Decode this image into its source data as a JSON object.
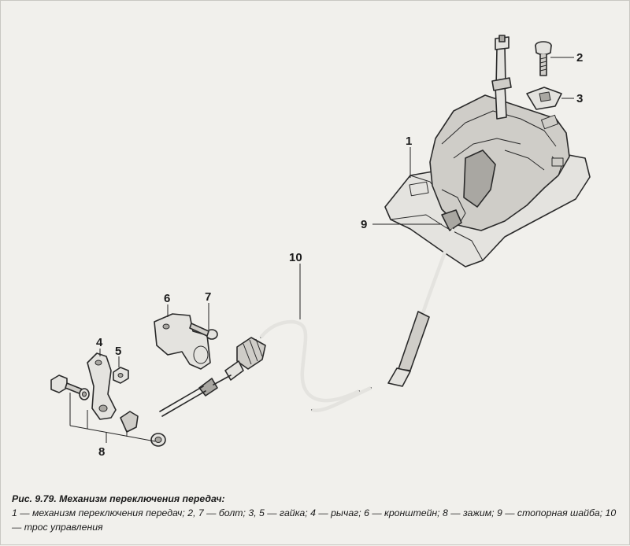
{
  "callouts": {
    "c1": "1",
    "c2": "2",
    "c3": "3",
    "c4": "4",
    "c5": "5",
    "c6": "6",
    "c7": "7",
    "c8": "8",
    "c9": "9",
    "c10": "10"
  },
  "caption": {
    "title": "Рис. 9.79. Механизм переключения передач:",
    "text": "1 — механизм переключения передач; 2, 7 — болт; 3, 5 — гайка; 4 — рычаг; 6 — кронштейн; 8 — зажим; 9 — стопорная шайба; 10 — трос управления"
  }
}
